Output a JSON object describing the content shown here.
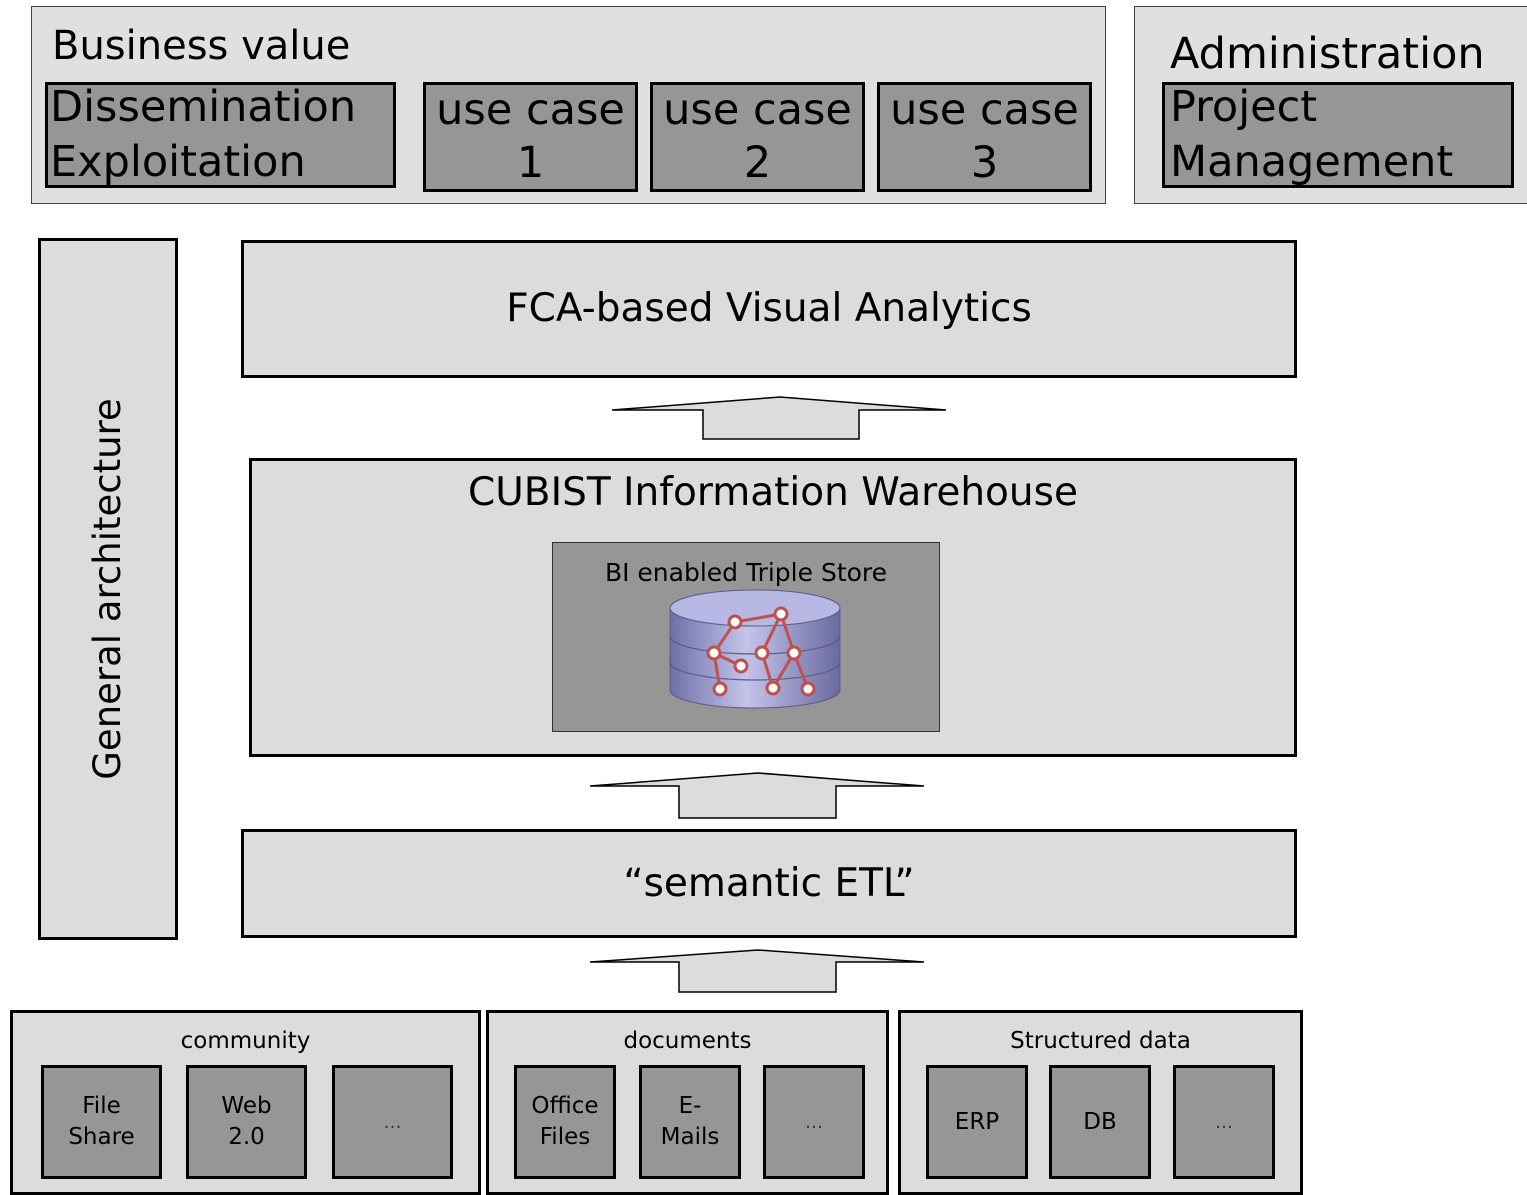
{
  "business": {
    "title": "Business value",
    "dissemination": [
      "Dissemination",
      "Exploitation"
    ],
    "use_cases": [
      {
        "line1": "use case",
        "line2": "1"
      },
      {
        "line1": "use case",
        "line2": "2"
      },
      {
        "line1": "use case",
        "line2": "3"
      }
    ]
  },
  "administration": {
    "title": "Administration",
    "project_management": [
      "Project",
      "Management"
    ]
  },
  "side": {
    "label": "General architecture"
  },
  "layers": {
    "visual_analytics": "FCA-based Visual Analytics",
    "warehouse": "CUBIST Information Warehouse",
    "triple_store": "BI enabled Triple Store",
    "etl": "“semantic ETL”"
  },
  "sources": [
    {
      "title": "community",
      "items": [
        [
          "File",
          "Share"
        ],
        [
          "Web",
          "2.0"
        ],
        [
          "…"
        ]
      ]
    },
    {
      "title": "documents",
      "items": [
        [
          "Office",
          "Files"
        ],
        [
          "E-",
          "Mails"
        ],
        [
          "…"
        ]
      ]
    },
    {
      "title": "Structured data",
      "items": [
        [
          "ERP"
        ],
        [
          "DB"
        ],
        [
          "…"
        ]
      ]
    }
  ],
  "colors": {
    "panel": "#e0e0e0",
    "dark_box": "#969696",
    "graph": "#c0504d",
    "cylinder": "#9c9cd4"
  },
  "icons": {
    "triple_store": "database-cylinder-graph-icon",
    "arrows": "up-arrow-icon"
  }
}
